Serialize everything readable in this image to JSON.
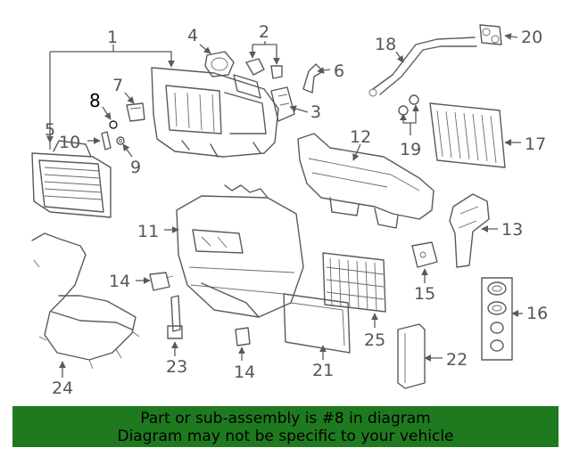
{
  "diagram": {
    "callouts": {
      "c1": "1",
      "c2": "2",
      "c3": "3",
      "c4": "4",
      "c5": "5",
      "c6": "6",
      "c7": "7",
      "c8": "8",
      "c9": "9",
      "c10": "10",
      "c11": "11",
      "c12": "12",
      "c13": "13",
      "c14a": "14",
      "c14b": "14",
      "c15": "15",
      "c16": "16",
      "c17": "17",
      "c18": "18",
      "c19": "19",
      "c20": "20",
      "c21": "21",
      "c22": "22",
      "c23": "23",
      "c24": "24",
      "c25": "25"
    },
    "highlighted_part": "8"
  },
  "banner": {
    "line1": "Part or sub-assembly is #8 in diagram",
    "line2": "Diagram may not be specific to your vehicle",
    "background": "#1f7a1f"
  },
  "colors": {
    "line_art": "#5a5a5a",
    "banner": "#1f7a1f"
  }
}
